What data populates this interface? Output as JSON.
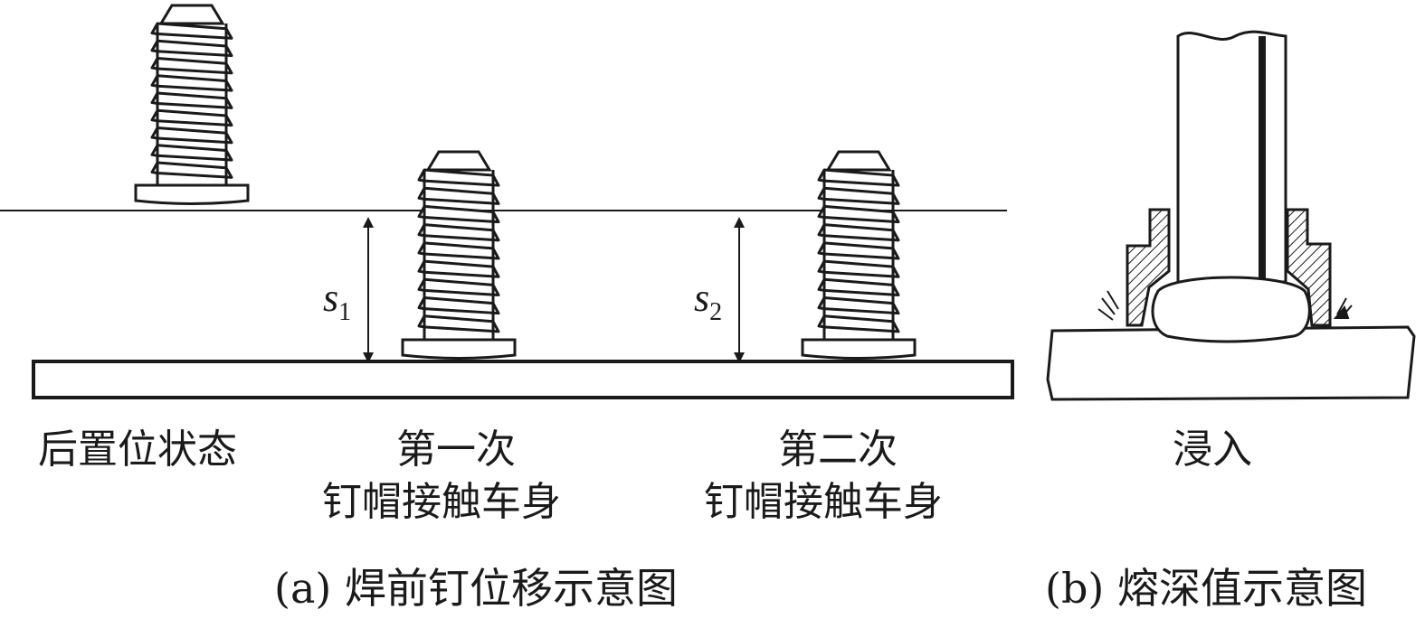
{
  "panel_a": {
    "state_back": "后置位状态",
    "first_contact_line1": "第一次",
    "first_contact_line2": "钉帽接触车身",
    "second_contact_line1": "第二次",
    "second_contact_line2": "钉帽接触车身",
    "s1_symbol": "s",
    "s1_index": "1",
    "s2_symbol": "s",
    "s2_index": "2",
    "caption": "(a) 焊前钉位移示意图"
  },
  "panel_b": {
    "label": "浸入",
    "caption": "(b) 熔深值示意图"
  },
  "colors": {
    "ink": "#1a1a1a",
    "background": "#ffffff"
  }
}
